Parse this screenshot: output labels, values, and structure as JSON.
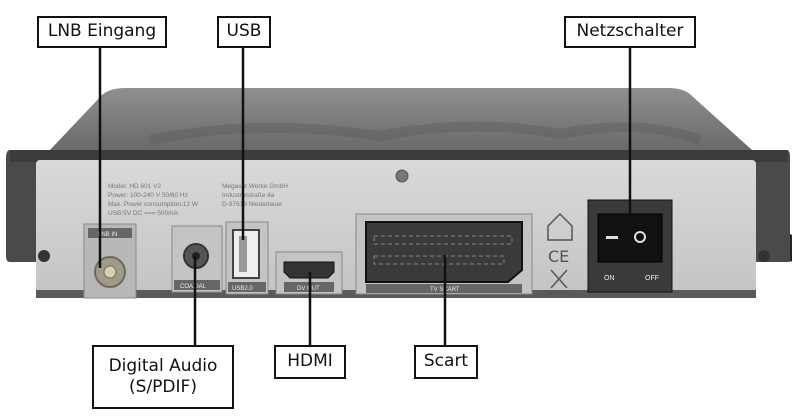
{
  "callouts": {
    "lnb": "LNB Eingang",
    "usb": "USB",
    "power_switch": "Netzschalter",
    "digital_audio": "Digital Audio\n(S/PDIF)",
    "hdmi": "HDMI",
    "scart": "Scart"
  },
  "panel_labels": {
    "lnb_in": "LNB IN",
    "coaxial": "COAXIAL",
    "usb": "USB2.0",
    "hdmi": "DV OUT",
    "scart": "TV SCART",
    "switch_on": "ON",
    "switch_off": "OFF",
    "ce_mark": "CE"
  },
  "model_info": [
    "Model: HD 601 V2",
    "Power: 100-240 V  50/60 Hz",
    "Max. Power consumption:12 W",
    "USB:5V DC === 500mA"
  ],
  "maker_info": [
    "Megasat Werke GmbH",
    "Industriestraße 4a",
    "D-97618 Niederlauer"
  ]
}
